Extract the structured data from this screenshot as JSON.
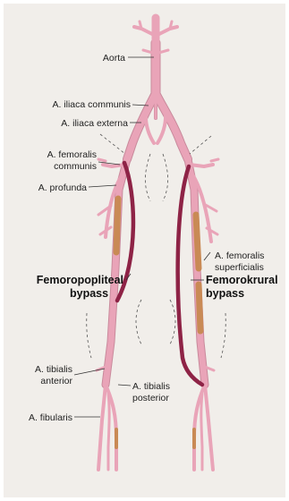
{
  "colors": {
    "background": "#f1eeea",
    "artery": "#e9a4b8",
    "artery_outline": "#c98a9c",
    "bypass": "#8e2346",
    "segment": "#c98a55"
  },
  "labels": {
    "aorta": "Aorta",
    "iliaca_communis": "A. iliaca communis",
    "iliaca_externa": "A. iliaca externa",
    "femoralis_communis_1": "A. femoralis",
    "femoralis_communis_2": "communis",
    "profunda": "A. profunda",
    "femoralis_superficialis_1": "A. femoralis",
    "femoralis_superficialis_2": "superficialis",
    "femoropopliteal_1": "Femoropopliteal",
    "femoropopliteal_2": "bypass",
    "femorokrural_1": "Femorokrural",
    "femorokrural_2": "bypass",
    "tibialis_anterior_1": "A. tibialis",
    "tibialis_anterior_2": "anterior",
    "tibialis_posterior_1": "A. tibialis",
    "tibialis_posterior_2": "posterior",
    "fibularis": "A. fibularis"
  }
}
